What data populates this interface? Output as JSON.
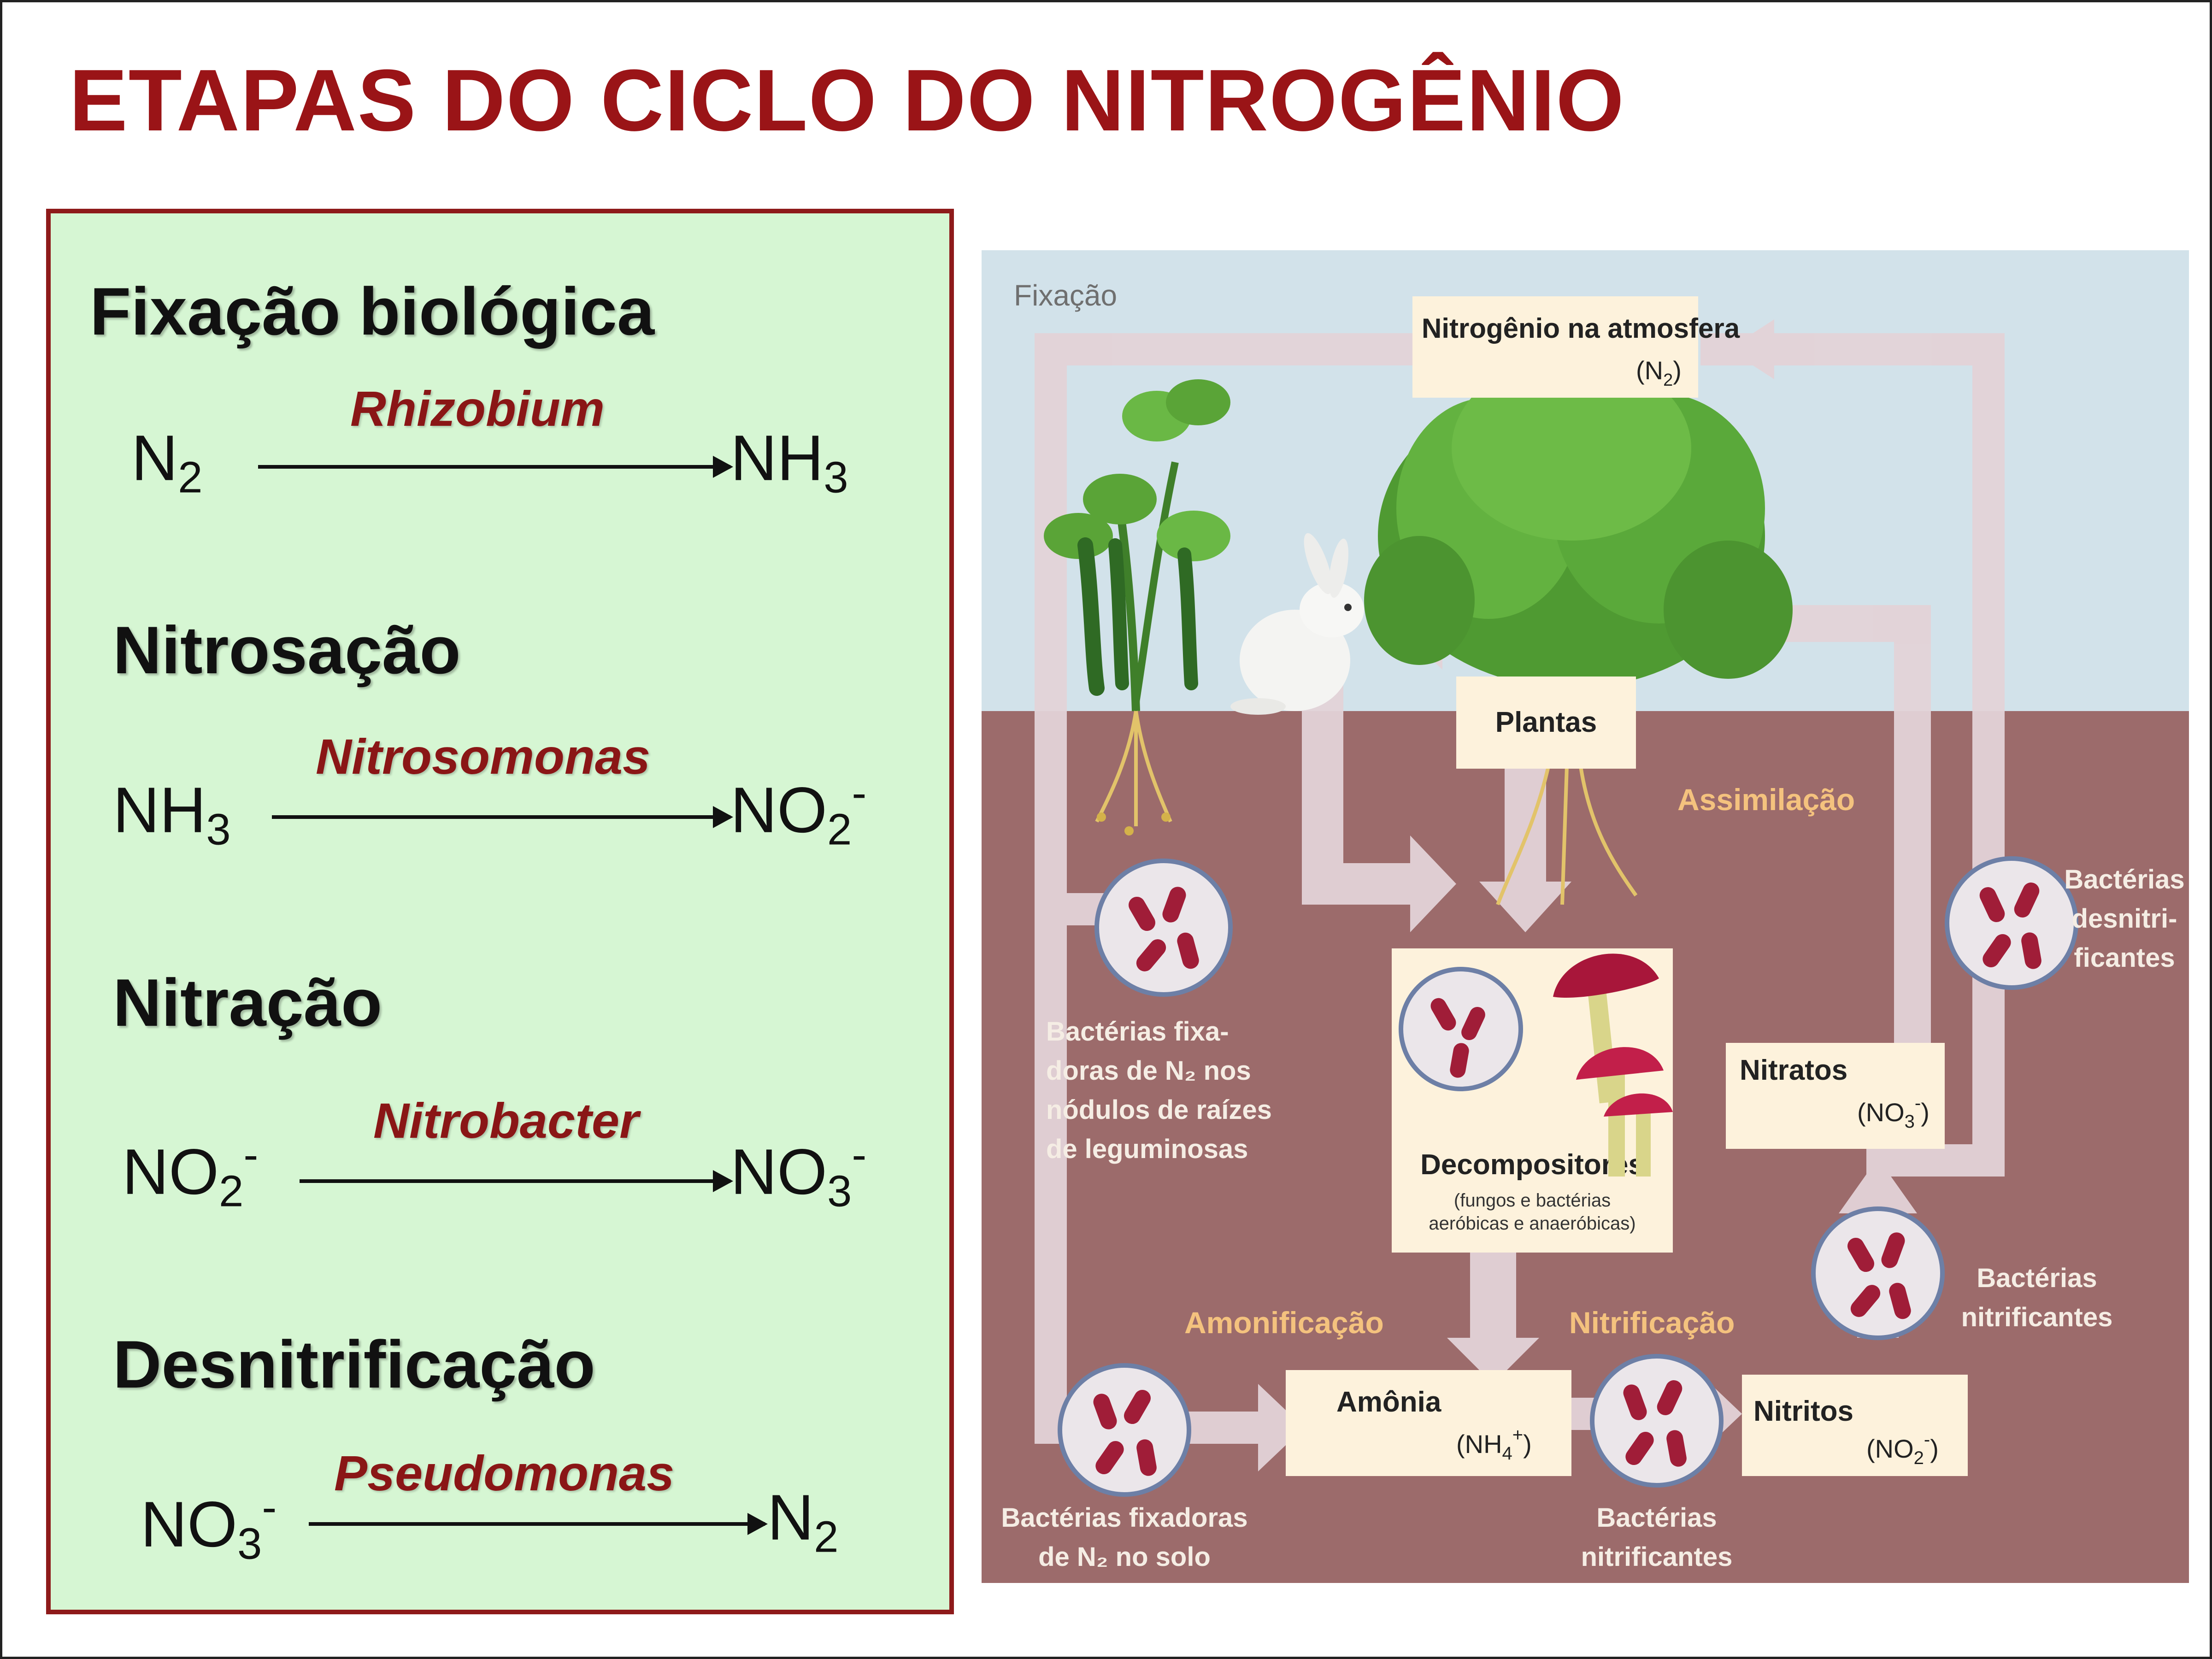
{
  "title": "ETAPAS DO CICLO DO NITROGÊNIO",
  "steps": [
    {
      "heading": "Fixação biológica",
      "organism": "Rhizobium",
      "from": {
        "base": "N",
        "sub": "2",
        "sup": ""
      },
      "to": {
        "base": "NH",
        "sub": "3",
        "sup": ""
      }
    },
    {
      "heading": "Nitrosação",
      "organism": "Nitrosomonas",
      "from": {
        "base": "NH",
        "sub": "3",
        "sup": ""
      },
      "to": {
        "base": "NO",
        "sub": "2",
        "sup": "-"
      }
    },
    {
      "heading": "Nitração",
      "organism": "Nitrobacter",
      "from": {
        "base": "NO",
        "sub": "2",
        "sup": "-"
      },
      "to": {
        "base": "NO",
        "sub": "3",
        "sup": "-"
      }
    },
    {
      "heading": "Desnitrificação",
      "organism": "Pseudomonas",
      "from": {
        "base": "NO",
        "sub": "3",
        "sup": "-"
      },
      "to": {
        "base": "N",
        "sub": "2",
        "sup": ""
      }
    }
  ],
  "diagram": {
    "fixacao_label": "Fixação",
    "atmosphere": {
      "label": "Nitrogênio na atmosfera",
      "formula": "(N",
      "sub": "2",
      "close": ")"
    },
    "plantas": "Plantas",
    "assimilacao": "Assimilação",
    "decompositores": {
      "label": "Decompositores",
      "detail_line1": "(fungos e bactérias",
      "detail_line2": "aeróbicas e anaeróbicas)"
    },
    "amonificacao": "Amonificação",
    "nitrificacao": "Nitrificação",
    "amonia": {
      "label": "Amônia",
      "formula": "(NH",
      "sub": "4",
      "sup": "+",
      "close": ")"
    },
    "nitritos": {
      "label": "Nitritos",
      "formula": "(NO",
      "sub": "2",
      "sup": "-",
      "close": ")"
    },
    "nitratos": {
      "label": "Nitratos",
      "formula": "(NO",
      "sub": "3",
      "sup": "-",
      "close": ")"
    },
    "bact_fix_nodulos": [
      "Bactérias fixa-",
      "doras de N₂ nos",
      "nódulos de raízes",
      "de leguminosas"
    ],
    "bact_fix_solo": [
      "Bactérias fixadoras",
      "de N₂ no solo"
    ],
    "bact_nitrif_bottom": [
      "Bactérias",
      "nitrificantes"
    ],
    "bact_nitrif_right": [
      "Bactérias",
      "nitrificantes"
    ],
    "bact_desnitrif": [
      "Bactérias",
      "desnitri-",
      "ficantes"
    ],
    "colors": {
      "sky": "#d2e2ea",
      "soil": "#9c6b6b",
      "flow": "#e3d3d8",
      "box": "#fdf2dc",
      "accent_text": "#f4c27e",
      "bacteria": "#a01d38"
    }
  }
}
